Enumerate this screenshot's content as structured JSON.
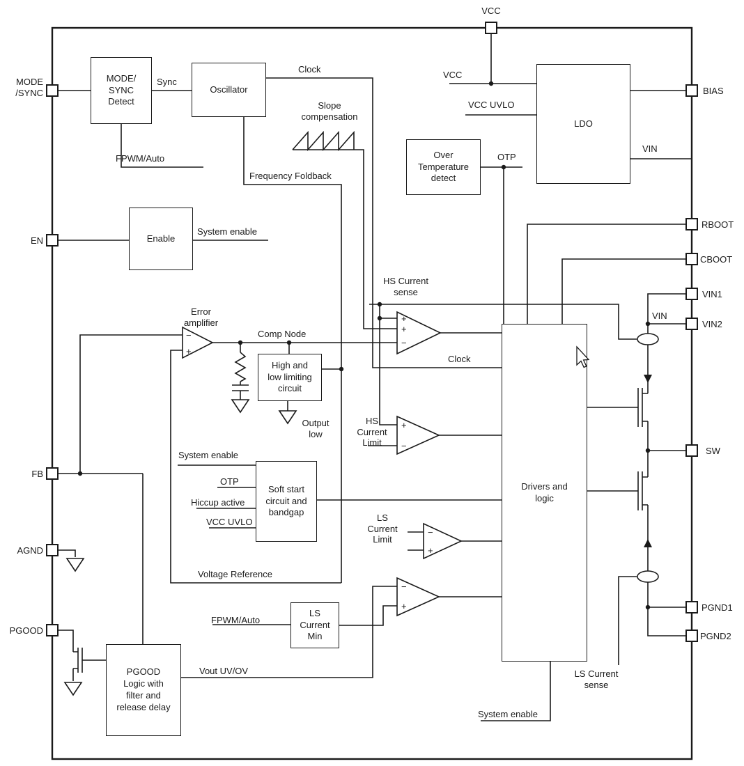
{
  "glyphs": {
    "plus": "+",
    "minus": "−"
  },
  "pins": {
    "vcc_top": "VCC",
    "mode_sync": "MODE\n/SYNC",
    "en": "EN",
    "fb": "FB",
    "agnd": "AGND",
    "pgood": "PGOOD",
    "bias": "BIAS",
    "rboot": "RBOOT",
    "cboot": "CBOOT",
    "vin1": "VIN1",
    "vin2": "VIN2",
    "sw": "SW",
    "pgnd1": "PGND1",
    "pgnd2": "PGND2"
  },
  "blocks": {
    "mode_sync_detect": "MODE/\nSYNC\nDetect",
    "oscillator": "Oscillator",
    "ldo": "LDO",
    "over_temp": "Over\nTemperature\ndetect",
    "enable": "Enable",
    "limiting": "High and\nlow limiting\ncircuit",
    "soft_start": "Soft start\ncircuit and\nbandgap",
    "ls_current_min": "LS\nCurrent\nMin",
    "pgood_logic": "PGOOD\nLogic with\nfilter and\nrelease delay",
    "drivers": "Drivers and\nlogic"
  },
  "signals": {
    "sync": "Sync",
    "clock_top": "Clock",
    "slope_comp": "Slope\ncompensation",
    "fpwm_auto_top": "FPWM/Auto",
    "freq_foldback": "Frequency Foldback",
    "vcc_ldo": "VCC",
    "vcc_uvlo_ldo": "VCC UVLO",
    "otp": "OTP",
    "vin_ldo": "VIN",
    "system_enable": "System enable",
    "hs_current_sense": "HS Current\nsense",
    "error_amplifier": "Error\namplifier",
    "comp_node": "Comp Node",
    "clock_drivers": "Clock",
    "vin_rail": "VIN",
    "hs_current_limit": "HS\nCurrent\nLimit",
    "output_low": "Output\nlow",
    "system_enable_ss": "System enable",
    "otp_ss": "OTP",
    "hiccup_active": "Hiccup active",
    "vcc_uvlo_ss": "VCC UVLO",
    "voltage_reference": "Voltage Reference",
    "ls_current_limit": "LS\nCurrent\nLimit",
    "fpwm_auto_bottom": "FPWM/Auto",
    "vout_uv_ov": "Vout UV/OV",
    "ls_current_sense": "LS Current\nsense",
    "system_enable_drv": "System enable"
  }
}
